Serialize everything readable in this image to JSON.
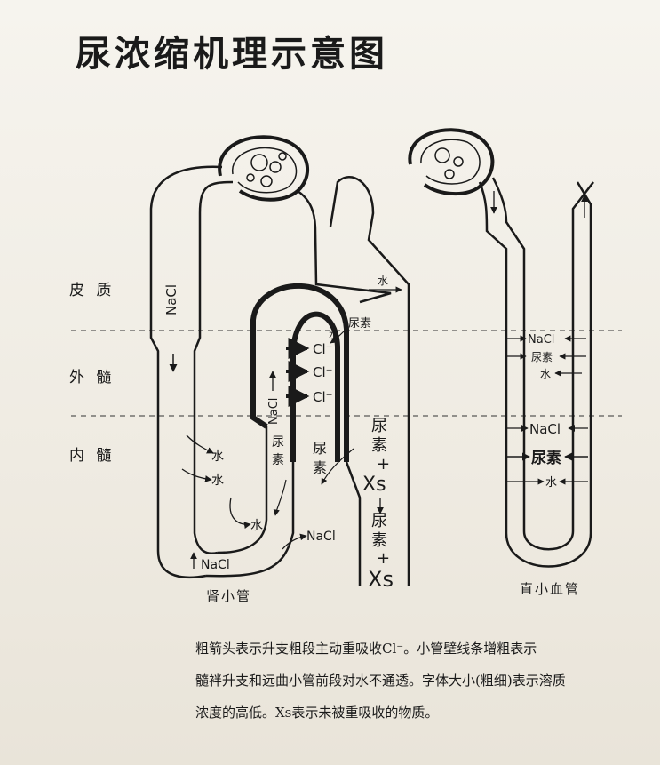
{
  "title": "尿浓缩机理示意图",
  "zones": {
    "cortex": "皮 质",
    "outer_medulla": "外 髓",
    "inner_medulla": "内 髓"
  },
  "labels": {
    "nacl": "NaCl",
    "water": "水",
    "urea": "尿素",
    "urea_v1": "尿",
    "urea_v2": "素",
    "cl": "Cl⁻",
    "plus": "+",
    "xs": "Xs"
  },
  "figure_labels": {
    "tubule": "肾小管",
    "vasa_recta": "直小血管"
  },
  "caption": {
    "line1": "粗箭头表示升支粗段主动重吸收Cl⁻。小管壁线条增粗表示",
    "line2": "髓袢升支和远曲小管前段对水不通透。字体大小(粗细)表示溶质",
    "line3": "浓度的高低。Xs表示未被重吸收的物质。"
  },
  "colors": {
    "ink": "#1a1a1a",
    "paper": "#f1eee6"
  }
}
